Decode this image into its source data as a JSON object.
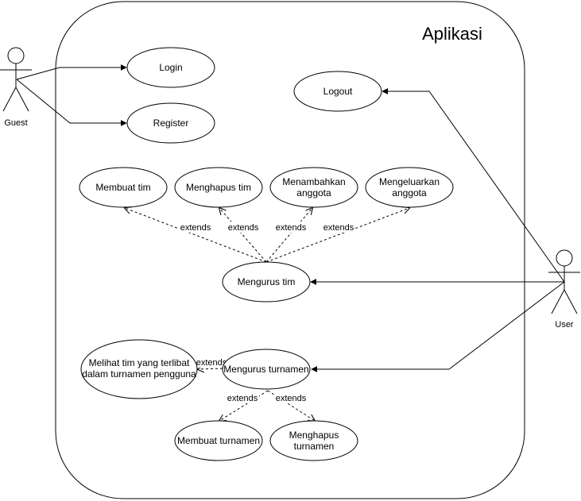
{
  "system": {
    "title": "Aplikasi"
  },
  "actors": {
    "guest": "Guest",
    "user": "User"
  },
  "use_cases": {
    "login": "Login",
    "register": "Register",
    "logout": "Logout",
    "membuat_tim": "Membuat tim",
    "menghapus_tim": "Menghapus tim",
    "menambahkan_anggota": [
      "Menambahkan",
      "anggota"
    ],
    "mengeluarkan_anggota": [
      "Mengeluarkan",
      "anggota"
    ],
    "mengurus_tim": "Mengurus tim",
    "melihat_tim": [
      "Melihat tim yang terlibat",
      "dalam turnamen pengguna"
    ],
    "mengurus_turnamen": "Mengurus turnamen",
    "membuat_turnamen": "Membuat turnamen",
    "menghapus_turnamen": [
      "Menghapus",
      "turnamen"
    ]
  },
  "relations": {
    "extends_label": "extends"
  }
}
